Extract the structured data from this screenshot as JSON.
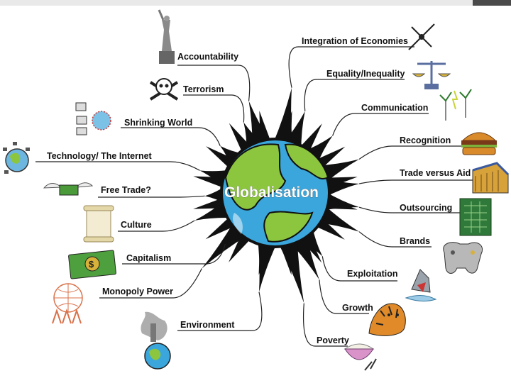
{
  "center": {
    "title": "Globalisation"
  },
  "left_topics": [
    "Accountability",
    "Terrorism",
    "Shrinking World",
    "Technology/ The Internet",
    "Free Trade?",
    "Culture",
    "Capitalism",
    "Monopoly Power",
    "Environment"
  ],
  "right_topics": [
    "Integration of Economies",
    "Equality/Inequality",
    "Communication",
    "Recognition",
    "Trade versus Aid",
    "Outsourcing",
    "Brands",
    "Exploitation",
    "Growth",
    "Poverty"
  ],
  "icons": {
    "accountability": "statue-of-liberty-icon",
    "terrorism": "skull-crossbones-icon",
    "shrinking_world": "networked-computers-icon",
    "technology": "globe-network-icon",
    "free_trade": "winged-money-icon",
    "culture": "scroll-icon",
    "capitalism": "dollar-bill-icon",
    "monopoly": "globe-people-icon",
    "environment": "polluted-earth-icon",
    "integration": "compass-icon",
    "equality": "scales-icon",
    "communication": "wind-turbine-icon",
    "recognition": "burger-icon",
    "trade_aid": "building-icon",
    "outsourcing": "circuit-board-icon",
    "brands": "game-controller-icon",
    "exploitation": "shark-icon",
    "growth": "tiger-icon",
    "poverty": "rice-bowl-icon"
  },
  "colors": {
    "ocean": "#3aa6dc",
    "land": "#8cc63f",
    "ink": "#111111",
    "bar_dark": "#4a4a4a"
  }
}
